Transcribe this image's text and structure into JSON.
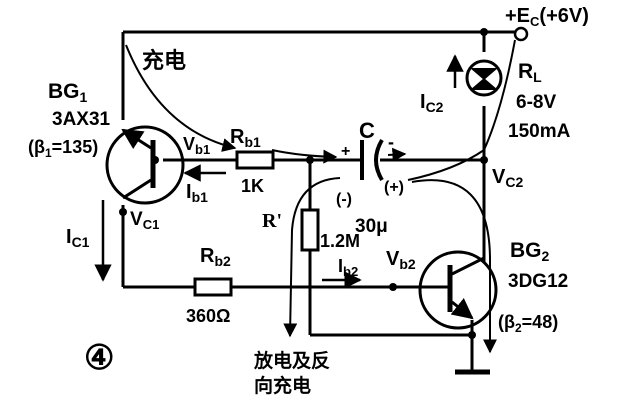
{
  "figure_number": "④",
  "supply": {
    "label": "+E",
    "sub": "C",
    "value": "(+6V)"
  },
  "bg1": {
    "name": "BG",
    "sub": "1",
    "type": "3AX31",
    "beta_prefix": "(β",
    "beta_sub": "1",
    "beta_value": "=135)"
  },
  "bg2": {
    "name": "BG",
    "sub": "2",
    "type": "3DG12",
    "beta_prefix": "(β",
    "beta_sub": "2",
    "beta_value": "=48)"
  },
  "lamp": {
    "name": "R",
    "sub": "L",
    "rating_v": "6-8V",
    "rating_i": "150mA"
  },
  "rb1": {
    "name": "R",
    "sub": "b1",
    "value": "1K"
  },
  "rb2": {
    "name": "R",
    "sub": "b2",
    "value": "360Ω"
  },
  "r": {
    "name": "R'",
    "value": "1.2M"
  },
  "capacitor": {
    "name": "C",
    "value": "30μ",
    "plus_left": "+",
    "minus_right": "-",
    "polarity_left": "(-)",
    "polarity_right": "(+)"
  },
  "labels": {
    "vb1": "V",
    "vb1_sub": "b1",
    "ib1": "I",
    "ib1_sub": "b1",
    "ic1": "I",
    "ic1_sub": "C1",
    "vc1": "V",
    "vc1_sub": "C1",
    "ic2": "I",
    "ic2_sub": "C2",
    "vc2": "V",
    "vc2_sub": "C2",
    "ib2": "I",
    "ib2_sub": "b2",
    "vb2": "V",
    "vb2_sub": "b2"
  },
  "annotations": {
    "charge": "充电",
    "discharge_line1": "放电及反",
    "discharge_line2": "向充电"
  }
}
